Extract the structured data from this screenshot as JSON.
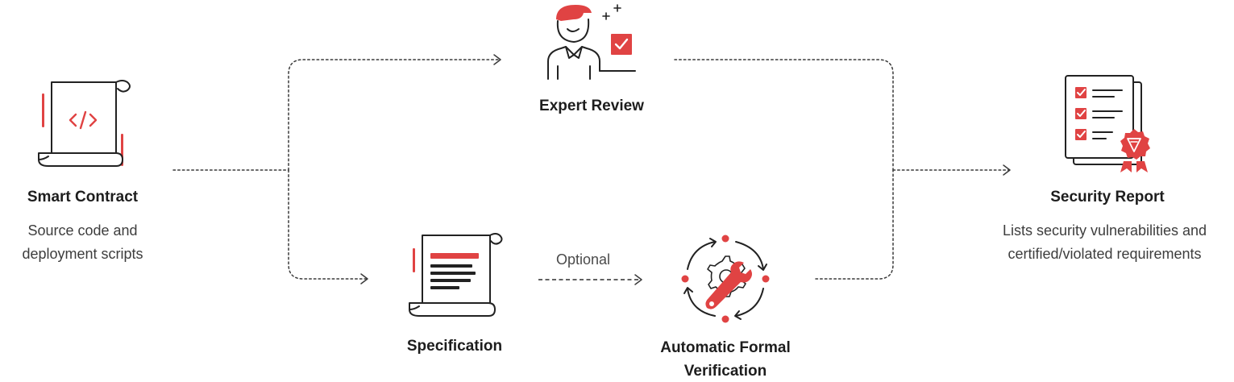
{
  "nodes": {
    "smart_contract": {
      "title": "Smart Contract",
      "desc_line1": "Source code and",
      "desc_line2": "deployment scripts",
      "icon": "code-scroll-icon"
    },
    "expert_review": {
      "title": "Expert Review",
      "icon": "expert-person-icon"
    },
    "specification": {
      "title": "Specification",
      "icon": "document-scroll-icon"
    },
    "automatic_formal_verification": {
      "title_line1": "Automatic Formal",
      "title_line2": "Verification",
      "icon": "gear-wrench-cycle-icon"
    },
    "security_report": {
      "title": "Security Report",
      "desc_line1": "Lists security vulnerabilities and",
      "desc_line2": "certified/violated requirements",
      "icon": "checklist-badge-icon"
    }
  },
  "edges": {
    "optional_label": "Optional"
  },
  "colors": {
    "accent": "#e04343",
    "outline": "#222222",
    "text": "#1d1d1d",
    "muted_text": "#3d3d3d"
  }
}
